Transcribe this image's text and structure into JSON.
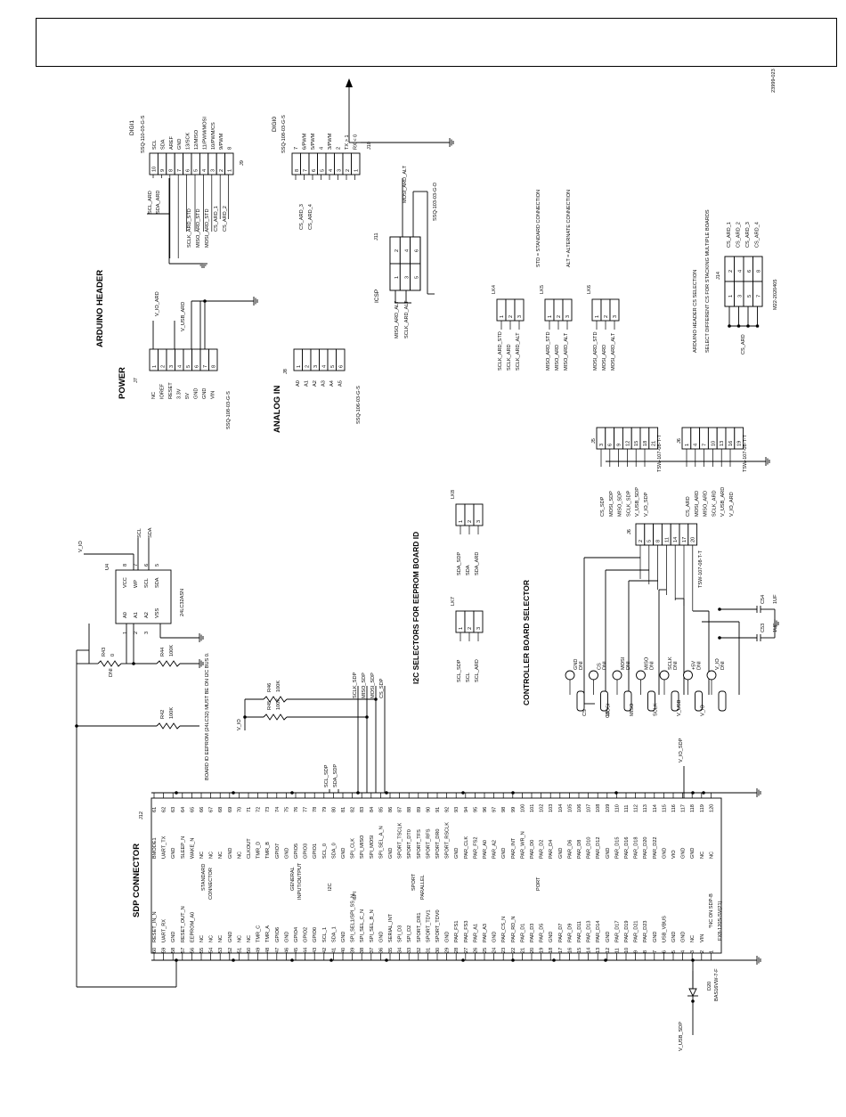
{
  "doc_id": "23999-023",
  "headings": {
    "arduino_header": "ARDUINO HEADER",
    "power": "POWER",
    "analog_in": "ANALOG IN",
    "sdp_connector": "SDP CONNECTOR",
    "i2c_selectors": "I2C SELECTORS FOR EEPROM BOARD ID",
    "controller_selector": "CONTROLLER BOARD SELECTOR",
    "digi1": "DIGI1",
    "digi0": "DIGI0",
    "icsp": "ICSP"
  },
  "digi1": {
    "part": "SSQ-110-03-G-S",
    "ref": "J9",
    "pins": [
      "SCL",
      "SDA",
      "AREF",
      "GND",
      "13/SCK",
      "12/MISO",
      "11/PWM/MOSI",
      "10/PWM/CS",
      "9/PWM",
      "8"
    ],
    "nets": [
      "SCL_ARD",
      "SDA_ARD",
      "",
      "",
      "SCLK_ARD_STD",
      "MISO_ARD_STD",
      "MOSI_ARD_STD",
      "CS_ARD_1",
      "CS_ARD_2",
      ""
    ]
  },
  "digi0": {
    "part": "SSQ-108-03-G-S",
    "ref": "J10",
    "pins": [
      "7",
      "6/PWM",
      "5/PWM",
      "4",
      "3/PWM",
      "2",
      "TX > 1",
      "RX < 0"
    ],
    "nets": [
      "",
      "CS_ARD_3",
      "CS_ARD_4",
      "",
      "",
      "",
      "",
      ""
    ]
  },
  "icsp": {
    "ref": "J11",
    "part": "SSQ-103-03-G-D",
    "top_net": "MOSI_ARD_ALT",
    "left_nets": [
      "MISO_ARD_ALT",
      "SCLK_ARD_ALT"
    ]
  },
  "power_hdr": {
    "ref": "J7",
    "part": "SSQ-108-03-G-S",
    "pins": [
      "NC",
      "IOREF",
      "RESET",
      "3.3V",
      "5V",
      "GND",
      "GND",
      "VIN"
    ],
    "nets": [
      "V_IO_ARD",
      "V_USB_ARD"
    ]
  },
  "analog_hdr": {
    "ref": "J8",
    "part": "SSQ-106-03-G-S",
    "pins": [
      "A0",
      "A1",
      "A2",
      "A3",
      "A4",
      "A5"
    ]
  },
  "links": {
    "lk4": {
      "ref": "LK4",
      "nets": [
        "SCLK_ARD_STD",
        "SCLK_ARD",
        "SCLK_ARD_ALT"
      ]
    },
    "lk5": {
      "ref": "LK5",
      "nets": [
        "MISO_ARD_STD",
        "MISO_ARD",
        "MISO_ARD_ALT"
      ]
    },
    "lk6": {
      "ref": "LK6",
      "nets": [
        "MOSI_ARD_STD",
        "MOSI_ARD",
        "MOSI_ARD_ALT"
      ]
    },
    "lk7": {
      "ref": "LK7",
      "nets": [
        "SCL_SDP",
        "SCL",
        "SCL_ARD"
      ]
    },
    "lk8": {
      "ref": "LK8",
      "nets": [
        "SDA_SDP",
        "SDA",
        "SDA_ARD"
      ]
    }
  },
  "notes": {
    "std": "STD = STANDARD CONNECTION",
    "alt": "ALT = ALTERNATE CONNECTION",
    "cs_sel_1": "ARDUINO HEADER CS SELECTION",
    "cs_sel_2": "SELECT DIFFERENT CS FOR STACKING MULTIPLE BOARDS",
    "eeprom": "BOARD ID EEPROM (24LC32) MUST BE ON I2C BUS 0."
  },
  "j14": {
    "ref": "J14",
    "part": "M22-2020405",
    "nets": [
      "CS_ARD_1",
      "CS_ARD_2",
      "CS_ARD_3",
      "CS_ARD_4"
    ],
    "common": "CS_ARD"
  },
  "j5": {
    "ref": "J5",
    "part": "TSW-107-08-T-T",
    "pins": [
      "3",
      "6",
      "9",
      "12",
      "15",
      "18",
      "21"
    ],
    "nets": [
      "CS_SDP",
      "MOSI_SDP",
      "MISO_SDP",
      "SCLK_SDP",
      "V_USB_SDP",
      "V_IO_SDP"
    ]
  },
  "j6": {
    "ref": "J6",
    "part": "TSW-107-08-T-T",
    "pins": [
      "1",
      "4",
      "7",
      "10",
      "13",
      "16",
      "19"
    ],
    "nets": [
      "CS_ARD",
      "MOSI_ARD",
      "MISO_ARD",
      "SCLK_ARD",
      "V_USB_ARD",
      "V_IO_ARD"
    ]
  },
  "j6b": {
    "ref": "J6",
    "part": "TSW-107-08-T-T",
    "pins": [
      "2",
      "5",
      "8",
      "11",
      "14",
      "17",
      "20"
    ]
  },
  "caps": {
    "c54": {
      "ref": "C54",
      "value": "1UF"
    },
    "c53": {
      "ref": "C53",
      "value": "1UF"
    }
  },
  "testpoints": [
    {
      "label": "GND",
      "sub": "DNI",
      "bottom": "CS"
    },
    {
      "label": "CS",
      "sub": "DNI",
      "bottom": "MOSI"
    },
    {
      "label": "MOSI",
      "sub": "DNI",
      "bottom": "MISO"
    },
    {
      "label": "MISO",
      "sub": "DNI",
      "bottom": "SCLK"
    },
    {
      "label": "SCLK",
      "sub": "DNI",
      "bottom": "V_USB"
    },
    {
      "label": "+5V",
      "sub": "DNI",
      "bottom": "V_IO"
    },
    {
      "label": "V_IO",
      "sub": "DNI",
      "bottom": ""
    }
  ],
  "eeprom": {
    "ref": "U4",
    "part": "24LC32ASN",
    "pins_left": [
      "A0",
      "A1",
      "A2"
    ],
    "pins_right": [
      "VCC",
      "WP",
      "SCL",
      "SDA"
    ],
    "vss": "VSS",
    "supply": "V_IO",
    "bus": [
      "SCL",
      "SDA"
    ]
  },
  "resistors": {
    "r43": {
      "ref": "R43",
      "value": "0",
      "dni": "DNI"
    },
    "r44": {
      "ref": "R44",
      "value": "100K"
    },
    "r42": {
      "ref": "R42",
      "value": "100K"
    },
    "r46": {
      "ref": "R46",
      "value": "100K"
    },
    "r45": {
      "ref": "R45",
      "value": "100K"
    }
  },
  "spi_nets": [
    "SCLK_SDP",
    "MISO_SDP",
    "MOSI_SDP",
    "CS_SDP"
  ],
  "i2c_nets": [
    "SCL_SDP",
    "SDA_SDP"
  ],
  "vio_label": "V_IO",
  "v_io_sdp": "V_IO_SDP",
  "v_usb_sdp": "V_USB_SDP",
  "diode": {
    "ref": "D20",
    "part": "BAS16VW-7-F"
  },
  "sdp": {
    "ref": "J12",
    "part": "FX8-120S-SV(21)",
    "left_pins": [
      [
        "60",
        "RESET_IN_N"
      ],
      [
        "59",
        "UART_RX"
      ],
      [
        "58",
        "GND"
      ],
      [
        "57",
        "RESET_OUT_N"
      ],
      [
        "56",
        "EEPROM_A0"
      ],
      [
        "55",
        "NC"
      ],
      [
        "54",
        "NC"
      ],
      [
        "53",
        "NC"
      ],
      [
        "52",
        "GND"
      ],
      [
        "51",
        "NC"
      ],
      [
        "50",
        "NC"
      ],
      [
        "49",
        "TMR_C"
      ],
      [
        "48",
        "TMR_A"
      ],
      [
        "47",
        "GPIO6"
      ],
      [
        "46",
        "GND"
      ],
      [
        "45",
        "GPIO4"
      ],
      [
        "44",
        "GPIO2"
      ],
      [
        "43",
        "GPIO0"
      ],
      [
        "42",
        "SCL_1"
      ],
      [
        "41",
        "SDA_1"
      ],
      [
        "40",
        "GND"
      ],
      [
        "39",
        "SPI_SEL1/SPI_SS_N"
      ],
      [
        "38",
        "SPI_SEL_C_N"
      ],
      [
        "37",
        "SPI_SEL_B_N"
      ],
      [
        "36",
        "GND"
      ],
      [
        "35",
        "SERIAL_INT"
      ],
      [
        "34",
        "SPI_D3"
      ],
      [
        "33",
        "SPI_D2"
      ],
      [
        "32",
        "SPORT_DR1"
      ],
      [
        "31",
        "SPORT_TDV1"
      ],
      [
        "30",
        "SPORT_TDV0"
      ],
      [
        "29",
        "GND"
      ],
      [
        "28",
        "PAR_FS1"
      ],
      [
        "27",
        "PAR_FS3"
      ],
      [
        "26",
        "PAR_A1"
      ],
      [
        "25",
        "PAR_A3"
      ],
      [
        "24",
        "GND"
      ],
      [
        "23",
        "PAR_CS_N"
      ],
      [
        "22",
        "PAR_RD_N"
      ],
      [
        "21",
        "PAR_D1"
      ],
      [
        "20",
        "PAR_D3"
      ],
      [
        "19",
        "PAR_D5"
      ],
      [
        "18",
        "GND"
      ],
      [
        "17",
        "PAR_D7"
      ],
      [
        "16",
        "PAR_D9"
      ],
      [
        "15",
        "PAR_D11"
      ],
      [
        "14",
        "PAR_D13"
      ],
      [
        "13",
        "PAR_D14"
      ],
      [
        "12",
        "GND"
      ],
      [
        "11",
        "PAR_D17"
      ],
      [
        "10",
        "PAR_D19"
      ],
      [
        "9",
        "PAR_D21"
      ],
      [
        "8",
        "PAR_D23"
      ],
      [
        "7",
        "GND"
      ],
      [
        "6",
        "USB_VBUS"
      ],
      [
        "5",
        "GND"
      ],
      [
        "4",
        "GND"
      ],
      [
        "3",
        "NC"
      ],
      [
        "2",
        "VIN"
      ],
      [
        "1",
        ""
      ]
    ],
    "right_pins": [
      [
        "61",
        "BMODE1"
      ],
      [
        "62",
        "UART_TX"
      ],
      [
        "63",
        "GND"
      ],
      [
        "64",
        "SLEEP_N"
      ],
      [
        "65",
        "WAKE_N"
      ],
      [
        "66",
        "NC"
      ],
      [
        "67",
        "NC"
      ],
      [
        "68",
        "NC"
      ],
      [
        "69",
        "GND"
      ],
      [
        "70",
        "NC"
      ],
      [
        "71",
        "CLKOUT"
      ],
      [
        "72",
        "TMR_D"
      ],
      [
        "73",
        "TMR_B"
      ],
      [
        "74",
        "GPIO7"
      ],
      [
        "75",
        "GND"
      ],
      [
        "76",
        "GPIO5"
      ],
      [
        "77",
        "GPIO3"
      ],
      [
        "78",
        "GPIO1"
      ],
      [
        "79",
        "SCL_0"
      ],
      [
        "80",
        "SDA_0"
      ],
      [
        "81",
        "GND"
      ],
      [
        "82",
        "SPI_CLK"
      ],
      [
        "83",
        "SPI_MISO"
      ],
      [
        "84",
        "SPI_MOSI"
      ],
      [
        "85",
        "SPI_SEL_A_N"
      ],
      [
        "86",
        "GND"
      ],
      [
        "87",
        "SPORT_TSCLK"
      ],
      [
        "88",
        "SPORT_DT0"
      ],
      [
        "89",
        "SPORT_TFS"
      ],
      [
        "90",
        "SPORT_RFS"
      ],
      [
        "91",
        "SPORT_DR0"
      ],
      [
        "92",
        "SPORT_RSCLK"
      ],
      [
        "93",
        "GND"
      ],
      [
        "94",
        "PAR_CLK"
      ],
      [
        "95",
        "PAR_FS2"
      ],
      [
        "96",
        "PAR_A0"
      ],
      [
        "97",
        "PAR_A2"
      ],
      [
        "98",
        "GND"
      ],
      [
        "99",
        "PAR_INT"
      ],
      [
        "100",
        "PAR_WR_N"
      ],
      [
        "101",
        "PAR_D0"
      ],
      [
        "102",
        "PAR_D2"
      ],
      [
        "103",
        "PAR_D4"
      ],
      [
        "104",
        "GND"
      ],
      [
        "105",
        "PAR_D6"
      ],
      [
        "106",
        "PAR_D8"
      ],
      [
        "107",
        "PAR_D10"
      ],
      [
        "108",
        "PAR_D12"
      ],
      [
        "109",
        "GND"
      ],
      [
        "110",
        "PAR_D15"
      ],
      [
        "111",
        "PAR_D16"
      ],
      [
        "112",
        "PAR_D18"
      ],
      [
        "113",
        "PAR_D20"
      ],
      [
        "114",
        "PAR_D22"
      ],
      [
        "115",
        "GND"
      ],
      [
        "116",
        "VIO"
      ],
      [
        "117",
        "GND"
      ],
      [
        "118",
        "GND"
      ],
      [
        "119",
        "NC"
      ],
      [
        "120",
        "NC"
      ]
    ],
    "groups": [
      "STANDARD",
      "CONNECTOR",
      "GENERAL",
      "INPUT/OUTPUT",
      "I2C",
      "SPI",
      "SPORT",
      "PARALLEL",
      "PORT"
    ],
    "nc_note": "*NC ON SDP-B"
  }
}
